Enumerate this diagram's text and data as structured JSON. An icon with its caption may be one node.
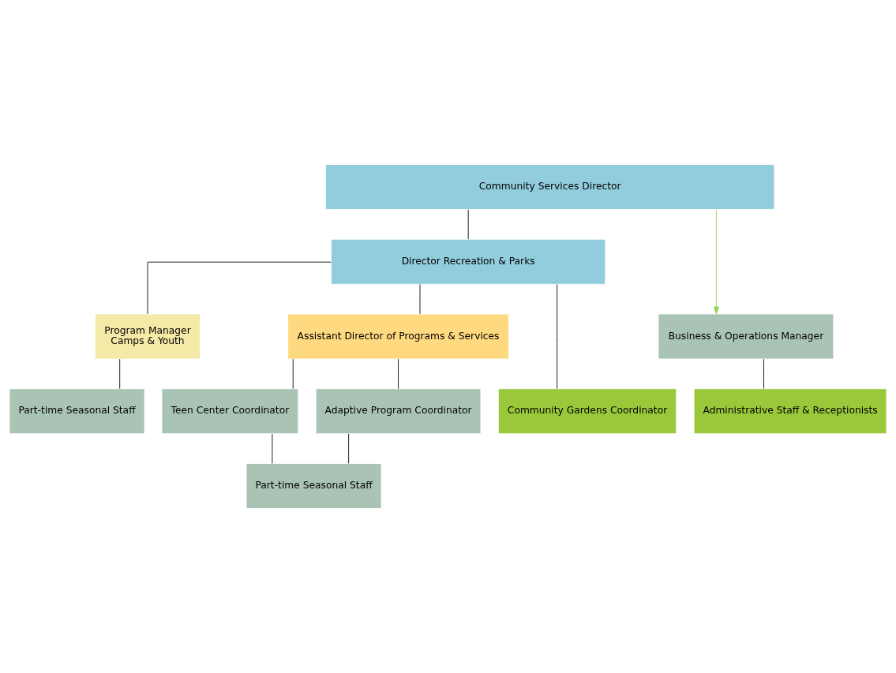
{
  "diagram": {
    "nodes": [
      {
        "text": [
          "Community Services Director"
        ]
      },
      {
        "text": [
          "Director Recreation & Parks"
        ]
      },
      {
        "text": [
          "Business & Operations Manager"
        ]
      },
      {
        "text": [
          "Program Manager",
          "Camps & Youth"
        ]
      },
      {
        "text": [
          "Assistant Director of Programs & Services"
        ]
      },
      {
        "text": [
          "Administrative Staff & Receptionists"
        ]
      },
      {
        "text": [
          "Community Gardens Coordinator"
        ]
      },
      {
        "text": [
          "Part-time Seasonal Staff"
        ]
      },
      {
        "text": [
          "Teen Center Coordinator"
        ]
      },
      {
        "text": [
          "Adaptive Program Coordinator"
        ]
      },
      {
        "text": [
          "Part-time Seasonal Staff"
        ]
      }
    ],
    "edges": [
      {
        "from": 0,
        "to": 1,
        "arrow": "none"
      },
      {
        "from": 0,
        "to": 2,
        "arrow": "to",
        "color": "#92d050"
      },
      {
        "from": 1,
        "to": 6,
        "arrow": "none"
      },
      {
        "from": 1,
        "to": 3,
        "arrow": "none"
      },
      {
        "from": 1,
        "to": 4,
        "arrow": "none"
      },
      {
        "from": 2,
        "to": 5,
        "arrow": "none"
      },
      {
        "from": 3,
        "to": 7,
        "arrow": "none"
      },
      {
        "from": 4,
        "to": 8,
        "arrow": "none"
      },
      {
        "from": 4,
        "to": 9,
        "arrow": "none"
      },
      {
        "from": 8,
        "to": 10,
        "arrow": "none"
      },
      {
        "from": 9,
        "to": 10,
        "arrow": "none"
      }
    ]
  }
}
